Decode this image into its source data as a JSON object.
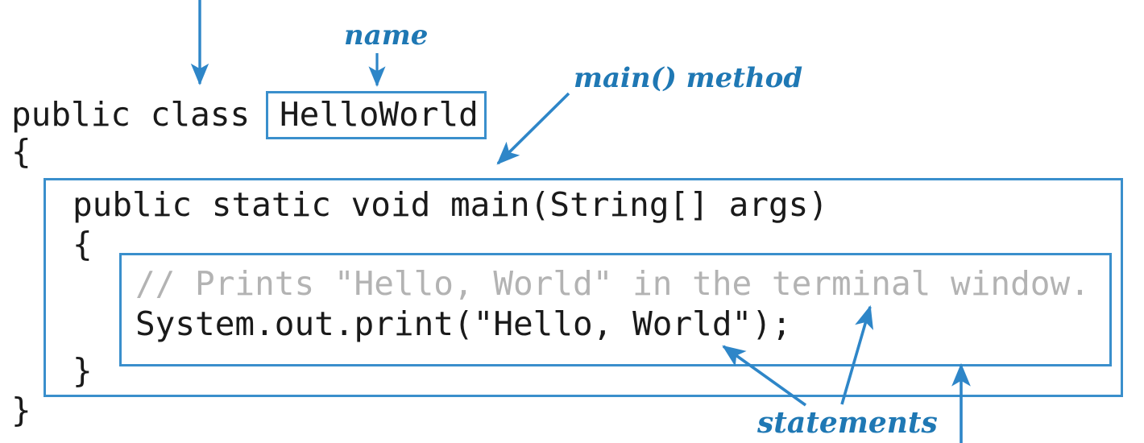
{
  "figure": {
    "title": "Java HelloWorld program anatomy",
    "accent_color": "#3a8fcc",
    "label_color": "#1f78b4",
    "code_color": "#1a1a1a",
    "comment_color": "#b3b3b3",
    "background": "#ffffff"
  },
  "code": {
    "class_declaration_prefix": "public class ",
    "class_name": "HelloWorld",
    "class_open_brace": "{",
    "class_close_brace": "}",
    "main_signature": "public static void main(String[] args)",
    "main_open_brace": "{",
    "main_close_brace": "}",
    "comment_line": "// Prints \"Hello, World\" in the terminal window.",
    "statement_line": "System.out.print(\"Hello, World\");"
  },
  "annotations": {
    "name_label": "name",
    "main_method_label": "main() method",
    "statements_label": "statements"
  },
  "arrows": [
    {
      "name": "name-arrow",
      "from": "name-label",
      "to": "class-name-box",
      "direction": "down"
    },
    {
      "name": "class-arrow",
      "from": "top-edge",
      "to": "class-keyword",
      "direction": "down"
    },
    {
      "name": "main-method-arrow",
      "from": "main-method-label",
      "to": "main-method-box",
      "direction": "down-left"
    },
    {
      "name": "statement-arrow",
      "from": "statements-label",
      "to": "print-statement",
      "direction": "up-left"
    },
    {
      "name": "comment-arrow",
      "from": "statements-label",
      "to": "comment-line",
      "direction": "up-right"
    },
    {
      "name": "body-arrow",
      "from": "bottom-edge",
      "to": "statement-box",
      "direction": "up"
    }
  ]
}
